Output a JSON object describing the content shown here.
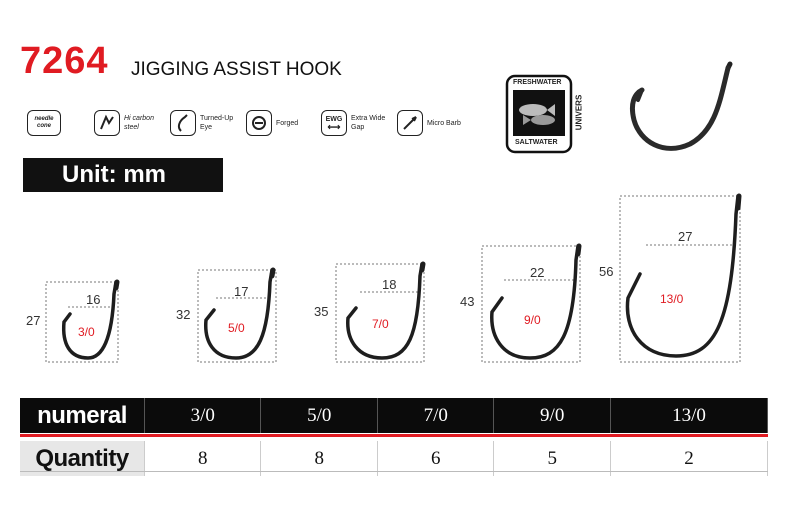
{
  "header": {
    "model": "7264",
    "title": "JIGGING ASSIST HOOK"
  },
  "features": [
    {
      "icon": "needle-cone-icon",
      "badge": "needle cone",
      "label": ""
    },
    {
      "icon": "hi-carbon-icon",
      "badge": "",
      "label": "Hi carbon steel"
    },
    {
      "icon": "turned-up-eye-icon",
      "badge": "",
      "label": "Turned-Up Eye"
    },
    {
      "icon": "forged-icon",
      "badge": "",
      "label": "Forged"
    },
    {
      "icon": "extra-wide-gap-icon",
      "badge": "EWG",
      "label": "Extra Wide Gap"
    },
    {
      "icon": "micro-barb-icon",
      "badge": "",
      "label": "Micro Barb"
    }
  ],
  "badge": {
    "top": "FRESHWATER",
    "bottom": "SALTWATER",
    "side": "UNIVERS"
  },
  "unit_label": "Unit: mm",
  "colors": {
    "accent": "#e01b22",
    "dark": "#0b0b0b"
  },
  "hooks": [
    {
      "size": "3/0",
      "height": "27",
      "gap": "16"
    },
    {
      "size": "5/0",
      "height": "32",
      "gap": "17"
    },
    {
      "size": "7/0",
      "height": "35",
      "gap": "18"
    },
    {
      "size": "9/0",
      "height": "43",
      "gap": "22"
    },
    {
      "size": "13/0",
      "height": "56",
      "gap": "27"
    }
  ],
  "table": {
    "row1_header": "numeral",
    "row2_header": "Quantity",
    "numerals": [
      "3/0",
      "5/0",
      "7/0",
      "9/0",
      "13/0"
    ],
    "quantities": [
      "8",
      "8",
      "6",
      "5",
      "2"
    ]
  }
}
